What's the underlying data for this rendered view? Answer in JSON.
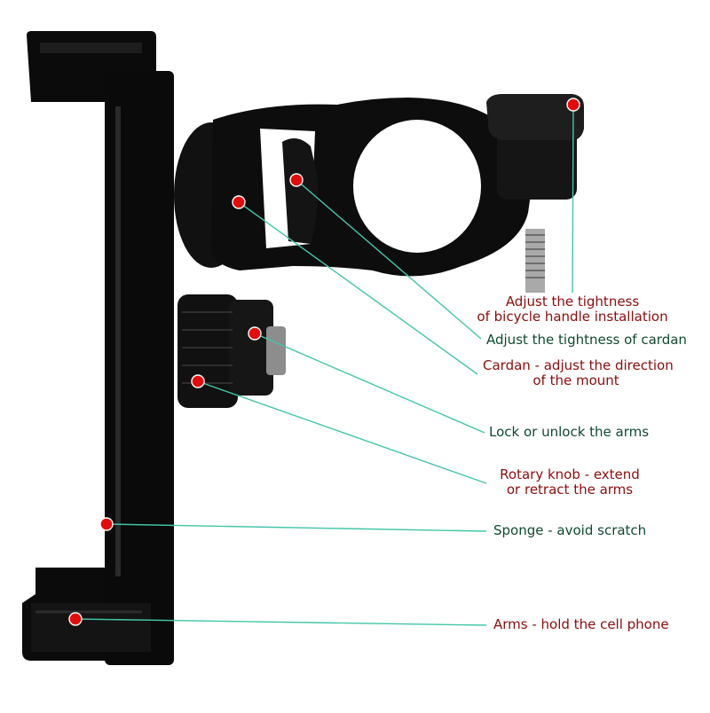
{
  "colors": {
    "background": "#ffffff",
    "product_body": "#0b0b0b",
    "product_highlight": "#2d2d2d",
    "callout_line": "#43c6a8",
    "callout_dot": "#e60b0b",
    "text_dark_red": "#8b0d0d",
    "text_dark_green": "#0f4a32"
  },
  "callouts": [
    {
      "line1": "Adjust the tightness",
      "line2": "of bicycle handle installation",
      "color": "dark_red"
    },
    {
      "line1": "Adjust the tightness of cardan",
      "color": "dark_green"
    },
    {
      "line1": "Cardan - adjust the direction",
      "line2": "of the mount",
      "color": "dark_red"
    },
    {
      "line1": "Lock or unlock the arms",
      "color": "dark_green"
    },
    {
      "line1": "Rotary knob - extend",
      "line2": "or retract the arms",
      "color": "dark_red"
    },
    {
      "line1": "Sponge - avoid scratch",
      "color": "dark_green"
    },
    {
      "line1": "Arms - hold the cell phone",
      "color": "dark_red"
    }
  ]
}
